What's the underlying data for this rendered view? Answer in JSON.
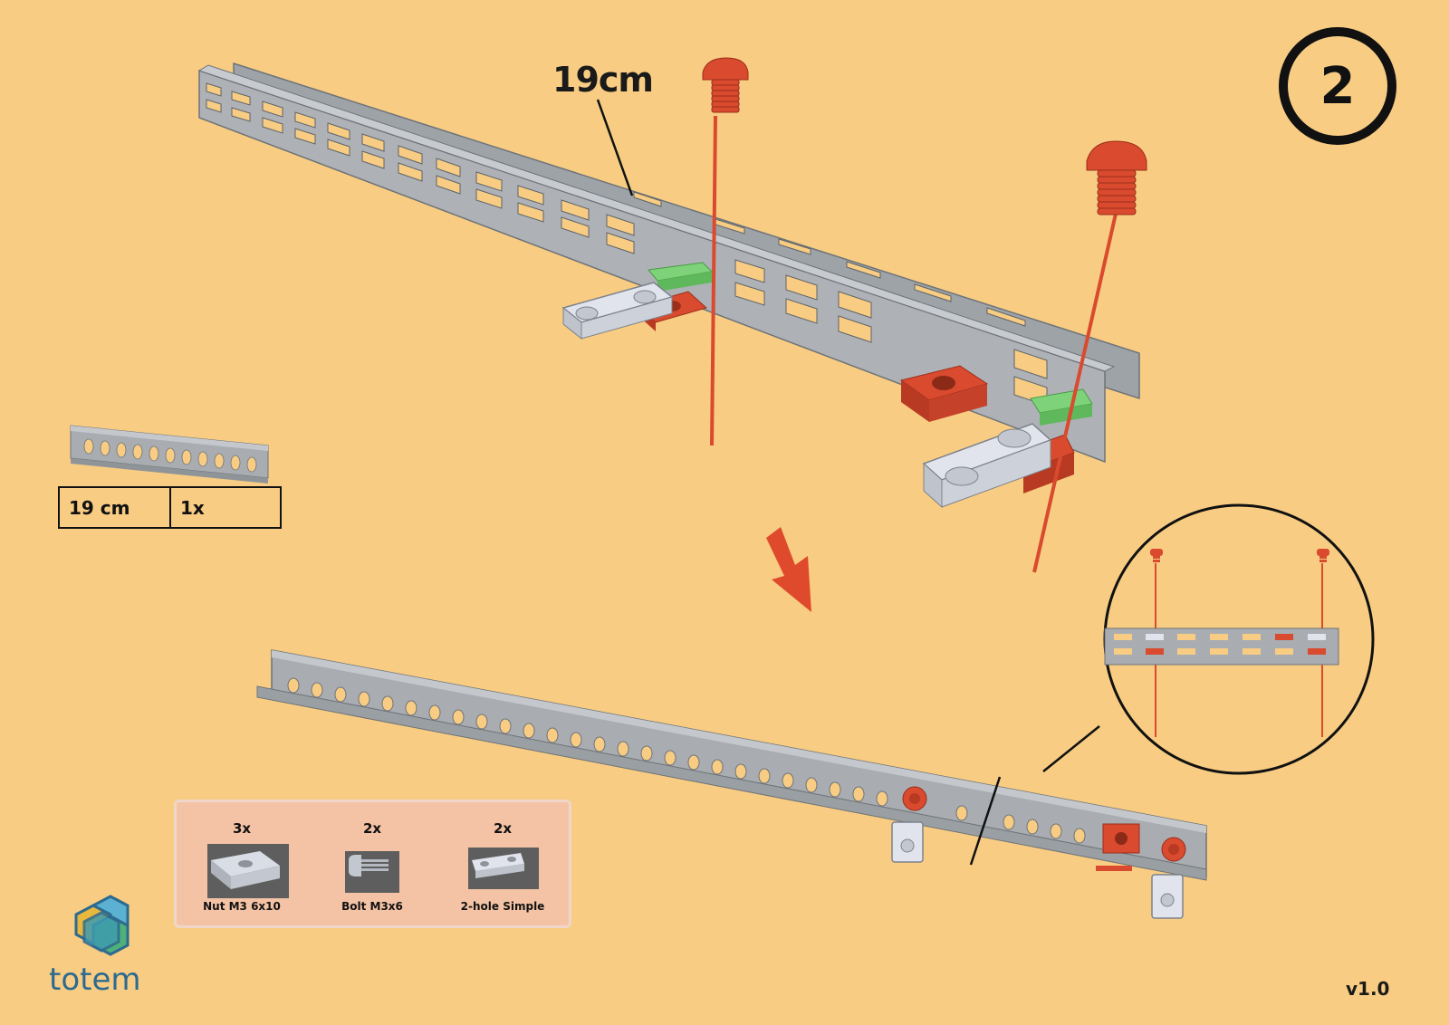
{
  "step": {
    "number": "2"
  },
  "dimension": {
    "label": "19cm"
  },
  "part_table": {
    "length": "19 cm",
    "quantity": "1x"
  },
  "parts": [
    {
      "qty": "3x",
      "name": "Nut M3 6x10"
    },
    {
      "qty": "2x",
      "name": "Bolt M3x6"
    },
    {
      "qty": "2x",
      "name": "2-hole Simple"
    }
  ],
  "brand": {
    "name": "totem"
  },
  "version": {
    "label": "v1.0"
  },
  "colors": {
    "background": "#F8CD83",
    "beam": "#A9ADB2",
    "bolt_nut": "#D94A2E",
    "plate": "#D9DDE6",
    "spacer": "#7ED27A",
    "parts_box": "#F4C3A5",
    "brand": "#2D6A8F"
  }
}
